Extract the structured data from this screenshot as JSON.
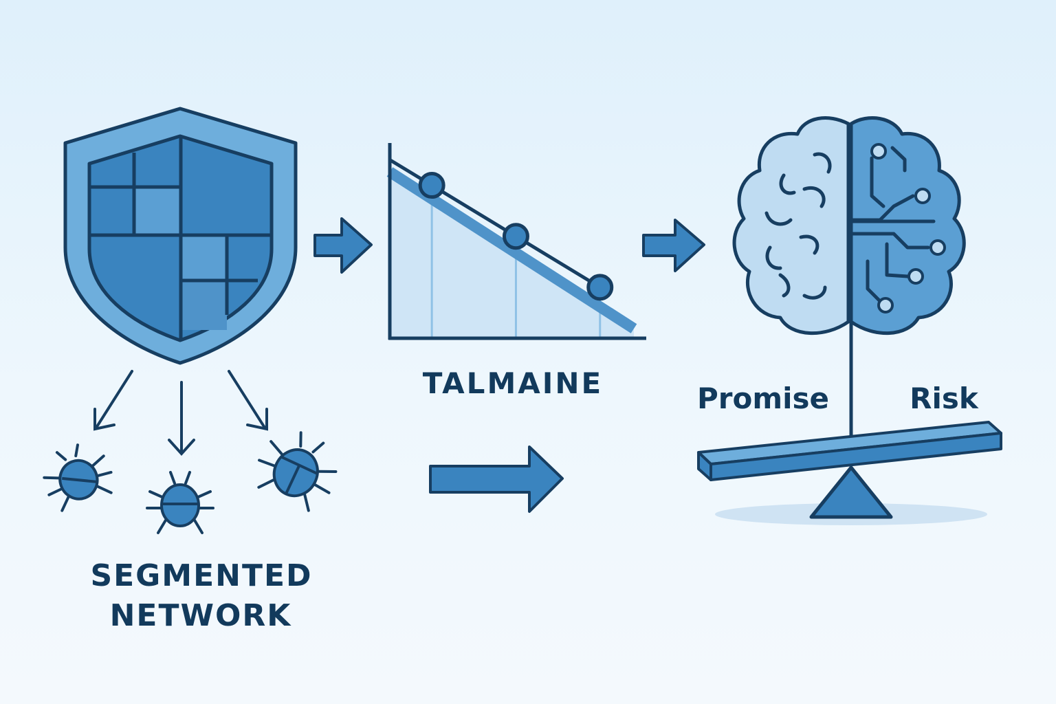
{
  "labels": {
    "network_line1": "SEGMENTED",
    "network_line2": "NETWORK",
    "chart_label": "TALMAINE",
    "promise": "Promise",
    "risk": "Risk"
  },
  "icons": [
    "shield-icon",
    "bug-icon",
    "arrow-icon",
    "line-chart-icon",
    "brain-circuit-icon",
    "balance-scale-icon"
  ],
  "colors": {
    "outline": "#173e61",
    "primary": "#3a84bf",
    "light": "#bfdcf2",
    "mid": "#5b9fd3",
    "text": "#123a5c"
  },
  "chart_data": {
    "type": "line",
    "title": "",
    "xlabel": "",
    "ylabel": "",
    "x": [
      1,
      2,
      3
    ],
    "values": [
      3,
      2,
      1
    ]
  }
}
